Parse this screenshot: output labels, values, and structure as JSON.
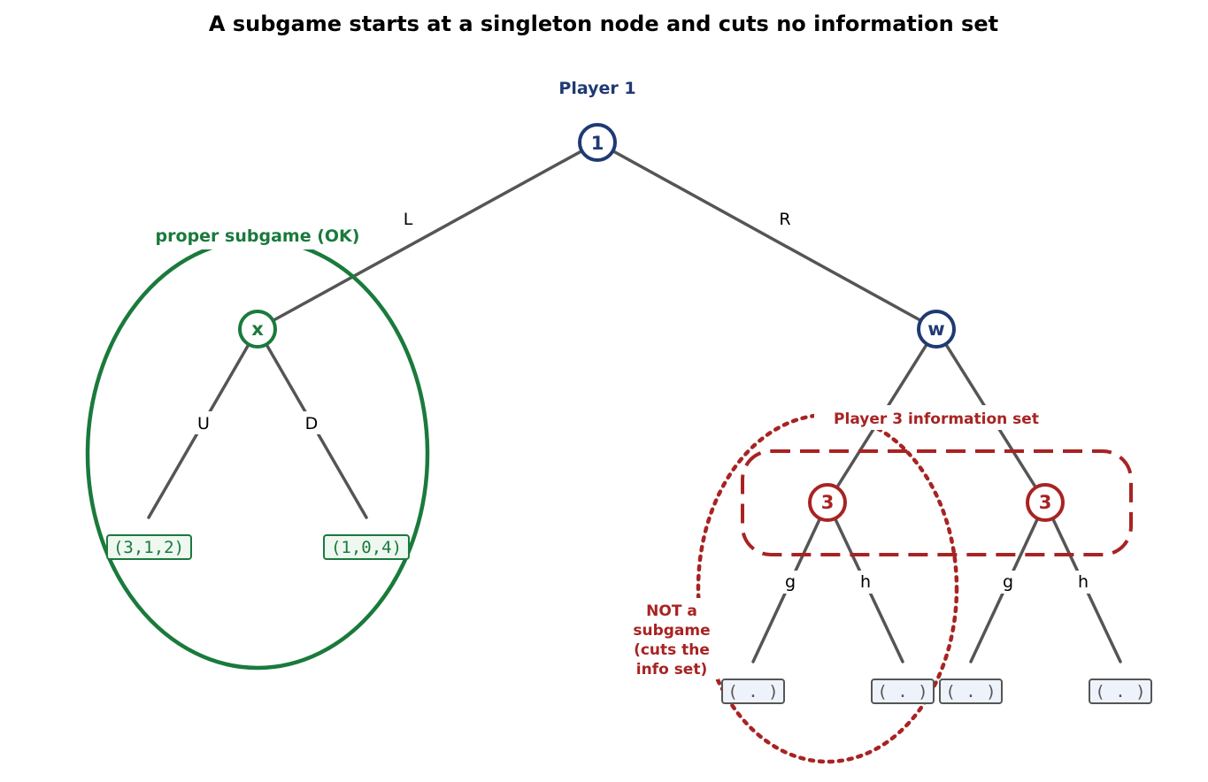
{
  "title": "A subgame starts at a singleton node and cuts no information set",
  "colors": {
    "player1": "#1f3a73",
    "subgame": "#1a7a3c",
    "infoset": "#a82323",
    "edge": "#555555"
  },
  "root": {
    "label": "1",
    "player_label": "Player 1"
  },
  "actions": {
    "left": "L",
    "right": "R"
  },
  "left_subgame": {
    "caption": "proper subgame  (OK)",
    "node_label": "x",
    "actions": [
      "U",
      "D"
    ],
    "payoffs": [
      "(3,1,2)",
      "(1,0,4)"
    ]
  },
  "right_branch": {
    "node_label": "w",
    "infoset_caption": "Player 3 information set",
    "player3_nodes": [
      "3",
      "3"
    ],
    "actions": [
      "g",
      "h",
      "g",
      "h"
    ],
    "payoffs": [
      "( . )",
      "( . )",
      "( . )",
      "( . )"
    ],
    "not_subgame_note": [
      "NOT a",
      "subgame",
      "(cuts the",
      "info set)"
    ]
  }
}
